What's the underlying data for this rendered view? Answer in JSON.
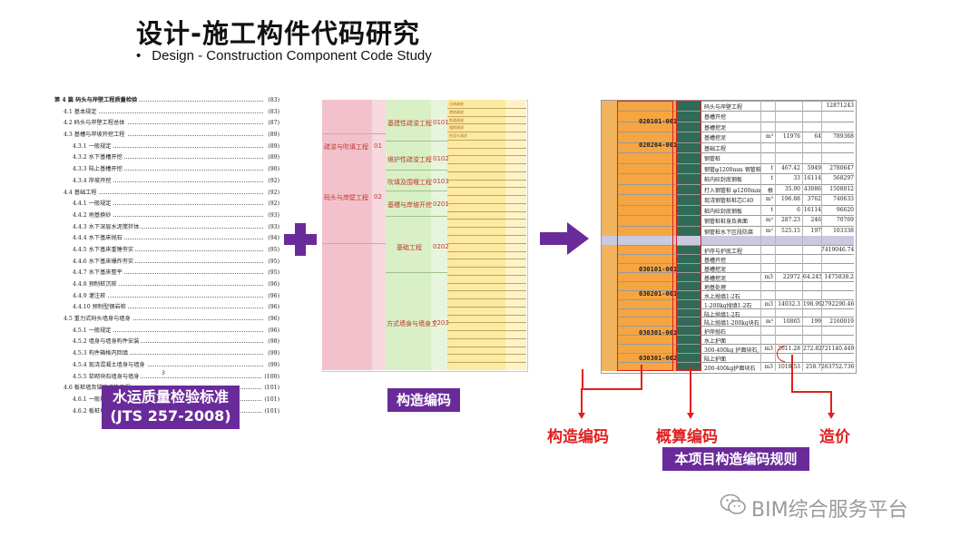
{
  "title": "设计-施工构件代码研究",
  "subtitle": "Design - Construction Component Code Study",
  "bullet": "•",
  "toc": {
    "rows": [
      {
        "label": "第 4 篇   码头与岸壁工程质量检验",
        "page": "(83)",
        "indent": 0,
        "bold": true
      },
      {
        "label": "4.1  基本规定",
        "page": "(83)",
        "indent": 1
      },
      {
        "label": "4.2  码头与岸壁工程总体",
        "page": "(87)",
        "indent": 1
      },
      {
        "label": "4.3  基槽与岸坡开挖工程",
        "page": "(89)",
        "indent": 1
      },
      {
        "label": "4.3.1  一般规定",
        "page": "(89)",
        "indent": 2
      },
      {
        "label": "4.3.2  水下基槽开挖",
        "page": "(89)",
        "indent": 2
      },
      {
        "label": "4.3.3  陆上基槽开挖",
        "page": "(90)",
        "indent": 2
      },
      {
        "label": "4.3.4  岸坡开挖",
        "page": "(92)",
        "indent": 2
      },
      {
        "label": "4.4  基础工程",
        "page": "(92)",
        "indent": 1
      },
      {
        "label": "4.4.1  一般规定",
        "page": "(92)",
        "indent": 2
      },
      {
        "label": "4.4.2  地基换砂",
        "page": "(93)",
        "indent": 2
      },
      {
        "label": "4.4.3  水下深层水泥搅拌体",
        "page": "(93)",
        "indent": 2
      },
      {
        "label": "4.4.4  水下基床抛石",
        "page": "(94)",
        "indent": 2
      },
      {
        "label": "4.4.5  水下基床重锤夯实",
        "page": "(95)",
        "indent": 2
      },
      {
        "label": "4.4.6  水下基床爆炸夯实",
        "page": "(95)",
        "indent": 2
      },
      {
        "label": "4.4.7  水下基床整平",
        "page": "(95)",
        "indent": 2
      },
      {
        "label": "4.4.8  预制桩沉桩",
        "page": "(96)",
        "indent": 2
      },
      {
        "label": "4.4.9  灌注桩",
        "page": "(96)",
        "indent": 2
      },
      {
        "label": "4.4.10  预制型钢岩桩",
        "page": "(96)",
        "indent": 2
      },
      {
        "label": "4.5  重力式码头墙身与墙身",
        "page": "(96)",
        "indent": 1
      },
      {
        "label": "4.5.1  一般规定",
        "page": "(96)",
        "indent": 2
      },
      {
        "label": "4.5.2  墙身与墙身构件安装",
        "page": "(98)",
        "indent": 2
      },
      {
        "label": "4.5.3  构件箱格内回填",
        "page": "(99)",
        "indent": 2
      },
      {
        "label": "4.5.4  现浇混凝土墙身与墙身",
        "page": "(99)",
        "indent": 2
      },
      {
        "label": "4.5.5  浆砌块石墙身与墙身",
        "page": "(100)",
        "indent": 2
      },
      {
        "label": "4.6  板桩墙及锚碇结构工程",
        "page": "(101)",
        "indent": 1
      },
      {
        "label": "4.6.1  一般规定",
        "page": "(101)",
        "indent": 2
      },
      {
        "label": "4.6.2  板桩墙与施连墙",
        "page": "(101)",
        "indent": 2
      }
    ],
    "page_number": "3"
  },
  "middle": {
    "level1": [
      {
        "label": "疏浚与吹填工程",
        "code": "01"
      },
      {
        "label": "码头与岸壁工程",
        "code": "02"
      }
    ],
    "level2": [
      {
        "label": "基建性疏浚工程",
        "code": "0101"
      },
      {
        "label": "维护性疏浚工程",
        "code": "0102"
      },
      {
        "label": "吹填及围堰工程",
        "code": "0103"
      },
      {
        "label": "基槽与岸坡开挖",
        "code": "0201"
      },
      {
        "label": "基础工程",
        "code": "0202"
      },
      {
        "label": "方式墙身与墙身工",
        "code": "0203"
      }
    ],
    "level3_samples": [
      "沿线疏浚",
      "港池疏浚",
      "航道疏浚",
      "锚地疏浚",
      "挖泥与清淤"
    ]
  },
  "right": {
    "codes_top": [
      "020101-001",
      "020204-001"
    ],
    "codes_bottom": [
      "030101-001",
      "030201-001",
      "030301-001",
      "030301-002"
    ],
    "rows_top": [
      {
        "desc": "码头与岸壁工程",
        "unit": "",
        "qty": "",
        "price": "",
        "total": "12871243"
      },
      {
        "desc": "基槽开挖",
        "unit": "",
        "qty": "",
        "price": "",
        "total": ""
      },
      {
        "desc": "基槽挖泥",
        "unit": "",
        "qty": "",
        "price": "",
        "total": ""
      },
      {
        "desc": "基槽挖泥",
        "unit": "m³",
        "qty": "11976",
        "price": "64",
        "total": "789368"
      },
      {
        "desc": "基础工程",
        "unit": "",
        "qty": "",
        "price": "",
        "total": ""
      },
      {
        "desc": "钢管桩",
        "unit": "",
        "qty": "",
        "price": "",
        "total": ""
      },
      {
        "desc": "钢管φ1200mm 钢管桩",
        "unit": "t",
        "qty": "467.42",
        "price": "5949",
        "total": "2780647"
      },
      {
        "desc": "桩内砼封底钢板",
        "unit": "t",
        "qty": "33",
        "price": "16114",
        "total": "568297"
      },
      {
        "desc": "打入钢管桩 φ1200mm",
        "unit": "根",
        "qty": "35.00",
        "price": "43086",
        "total": "1508012"
      },
      {
        "desc": "现浇钢管桩桩芯C40",
        "unit": "m³",
        "qty": "196.88",
        "price": "3762",
        "total": "740633"
      },
      {
        "desc": "桩内砼封底钢板",
        "unit": "t",
        "qty": "6",
        "price": "16114",
        "total": "96620"
      },
      {
        "desc": "钢管桩桩身及表面",
        "unit": "m²",
        "qty": "287.23",
        "price": "246",
        "total": "70769"
      },
      {
        "desc": "钢管桩水下区段防腐",
        "unit": "m²",
        "qty": "525.15",
        "price": "197",
        "total": "103338"
      }
    ],
    "rows_bottom": [
      {
        "desc": "护岸与护底工程",
        "unit": "",
        "qty": "",
        "price": "",
        "total": "7419046.74"
      },
      {
        "desc": "基槽开挖",
        "unit": "",
        "qty": "",
        "price": "",
        "total": ""
      },
      {
        "desc": "基槽挖泥",
        "unit": "",
        "qty": "",
        "price": "",
        "total": ""
      },
      {
        "desc": "基槽挖泥",
        "unit": "m3",
        "qty": "22972",
        "price": "64.245",
        "total": "1475838.2"
      },
      {
        "desc": "地基处理",
        "unit": "",
        "qty": "",
        "price": "",
        "total": ""
      },
      {
        "desc": "水上抛填1-2石",
        "unit": "",
        "qty": "",
        "price": "",
        "total": ""
      },
      {
        "desc": "1-200kg抛填1-2石",
        "unit": "m3",
        "qty": "14032.3",
        "price": "198.99",
        "total": "2792290.46"
      },
      {
        "desc": "陆上抛填1-2石",
        "unit": "",
        "qty": "",
        "price": "",
        "total": ""
      },
      {
        "desc": "陆上抛填1-200kg块石",
        "unit": "m³",
        "qty": "10865",
        "price": "199",
        "total": "2160019"
      },
      {
        "desc": "护岸抛石",
        "unit": "",
        "qty": "",
        "price": "",
        "total": ""
      },
      {
        "desc": "水上护面",
        "unit": "",
        "qty": "",
        "price": "",
        "total": ""
      },
      {
        "desc": "300-400kg 护面块石, 水下",
        "unit": "m3",
        "qty": "2611.28",
        "price": "272.82",
        "total": "721140.449"
      },
      {
        "desc": "陆上护面",
        "unit": "",
        "qty": "",
        "price": "",
        "total": ""
      },
      {
        "desc": "200-400kg护面块石",
        "unit": "m3",
        "qty": "1018.53",
        "price": "258.7",
        "total": "263752.736"
      }
    ]
  },
  "badges": {
    "left_line1": "水运质量检验标准",
    "left_line2": "(JTS 257-2008)",
    "middle": "构造编码",
    "right": "本项目构造编码规则"
  },
  "labels": {
    "construction_code": "构造编码",
    "estimate_code": "概算编码",
    "cost": "造价"
  },
  "footer": "BIM综合服务平台",
  "colors": {
    "purple": "#6a2b9a",
    "red": "#e02020",
    "orange": "#f5a542",
    "teal": "#2f6b57",
    "pink": "#f3c1cc",
    "green": "#d9efc6",
    "yellow": "#fde9a0"
  }
}
